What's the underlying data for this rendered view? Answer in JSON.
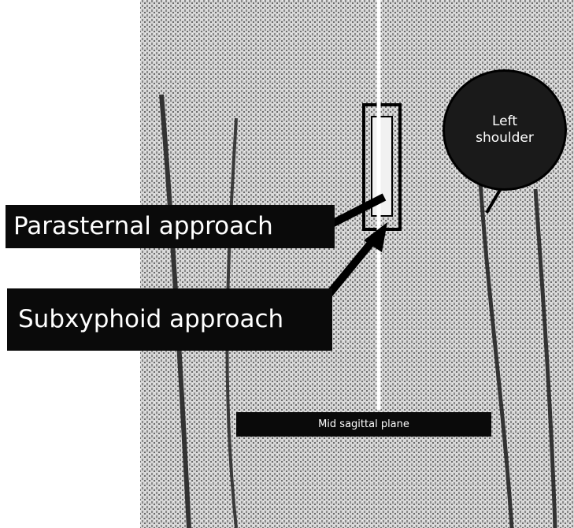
{
  "labels": {
    "parasternal": "Parasternal approach",
    "subxyphoid": "Subxyphoid approach",
    "midline": "Mid sagittal plane",
    "shoulder_line1": "Left",
    "shoulder_line2": "shoulder"
  }
}
